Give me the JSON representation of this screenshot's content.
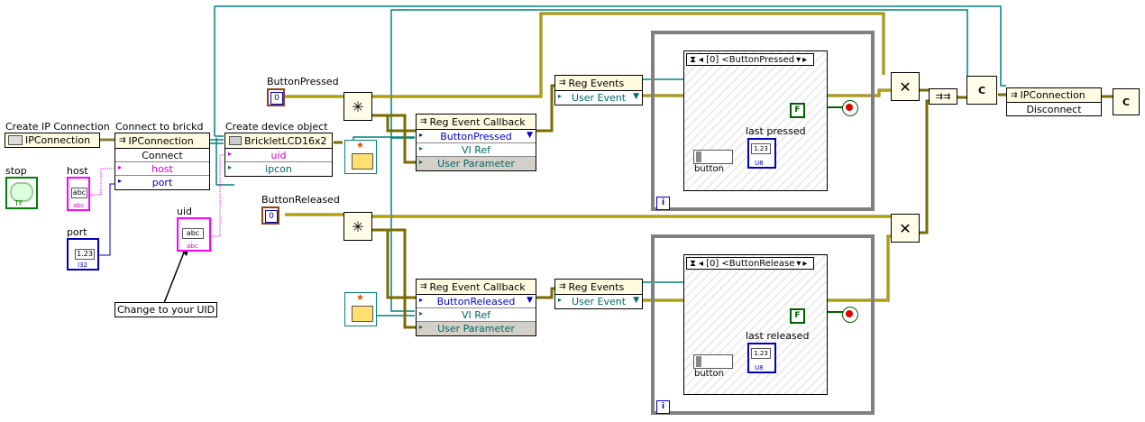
{
  "labels": {
    "create_ip": "Create IP Connection",
    "connect": "Connect to brickd",
    "create_device": "Create device object",
    "stop": "stop",
    "host": "host",
    "port": "port",
    "uid": "uid",
    "change_uid": "Change to your UID",
    "button_pressed": "ButtonPressed",
    "button_released": "ButtonReleased",
    "last_pressed": "last pressed",
    "last_released": "last released"
  },
  "nodes": {
    "ipconnection_ctor": "IPConnection",
    "connect": {
      "class": "IPConnection",
      "method": "Connect",
      "inputs": [
        "host",
        "port"
      ]
    },
    "device": {
      "class": "BrickletLCD16x2",
      "inputs": [
        "uid",
        "ipcon"
      ]
    },
    "reg_cb_pressed": {
      "title": "Reg Event Callback",
      "rows": [
        "ButtonPressed",
        "VI Ref",
        "User Parameter"
      ]
    },
    "reg_cb_released": {
      "title": "Reg Event Callback",
      "rows": [
        "ButtonReleased",
        "VI Ref",
        "User Parameter"
      ]
    },
    "reg_events_1": {
      "title": "Reg Events",
      "row": "User Event"
    },
    "reg_events_2": {
      "title": "Reg Events",
      "row": "User Event"
    },
    "disconnect": {
      "class": "IPConnection",
      "method": "Disconnect"
    }
  },
  "constants": {
    "pressed_const": "0",
    "released_const": "0",
    "uid_value": "abc",
    "host_value": "abc",
    "port_value": "1.23",
    "type_abc": "abc",
    "type_i32": "I32",
    "type_u8": "U8",
    "type_tf": "TF",
    "false_const": "F",
    "num_display": "1.23",
    "iter": "i",
    "c_label": "C"
  },
  "events": {
    "case_pressed": "[0] <ButtonPressed",
    "case_released": "[0] <ButtonRelease",
    "button_pressed": "button",
    "button_released": "button"
  }
}
